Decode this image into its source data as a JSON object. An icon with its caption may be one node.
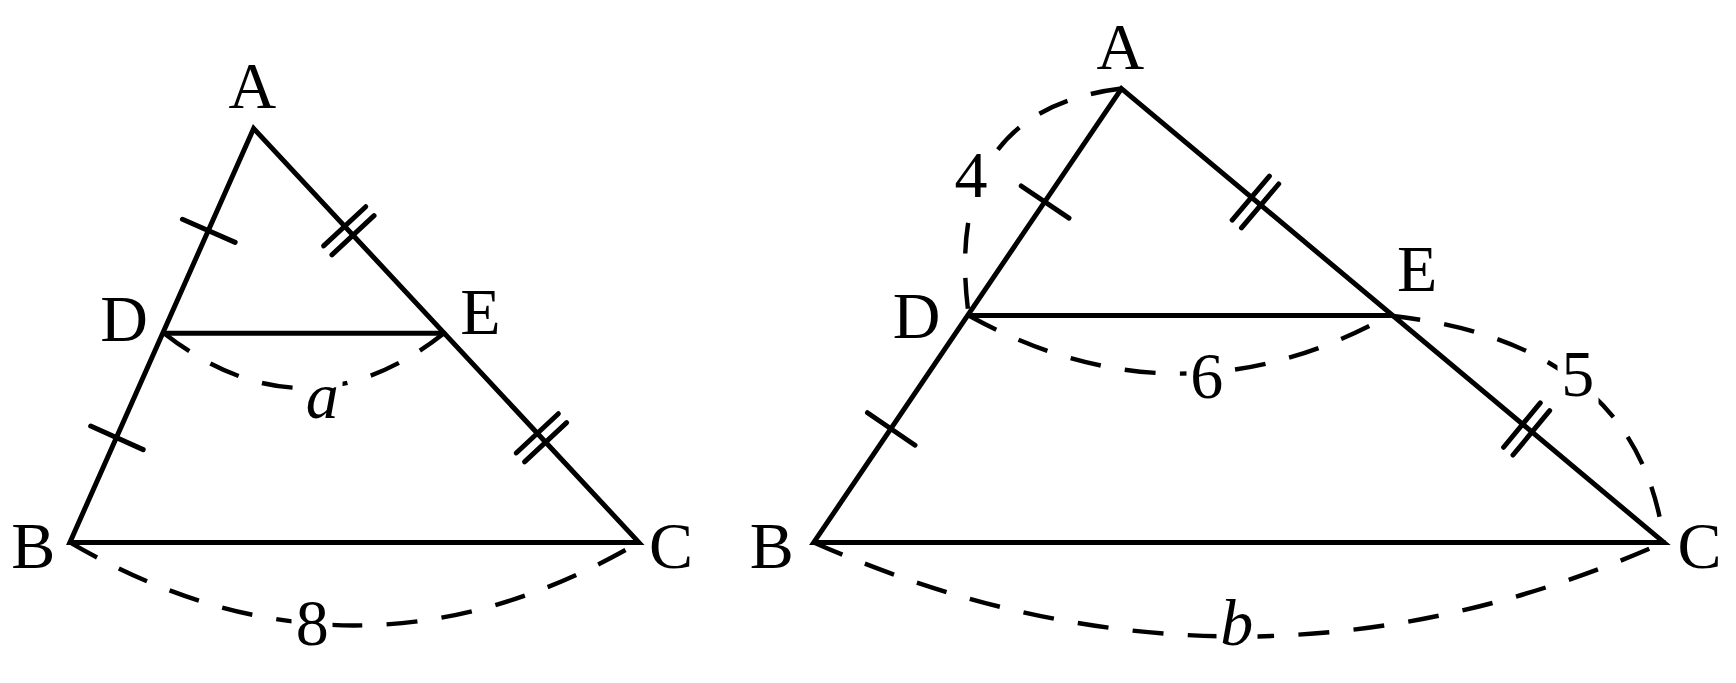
{
  "diagram": {
    "labels": [
      "A",
      "D",
      "E",
      "B",
      "C",
      "a",
      "8",
      "A",
      "4",
      "E",
      "D",
      "6",
      "5",
      "B",
      "C",
      "b"
    ]
  }
}
